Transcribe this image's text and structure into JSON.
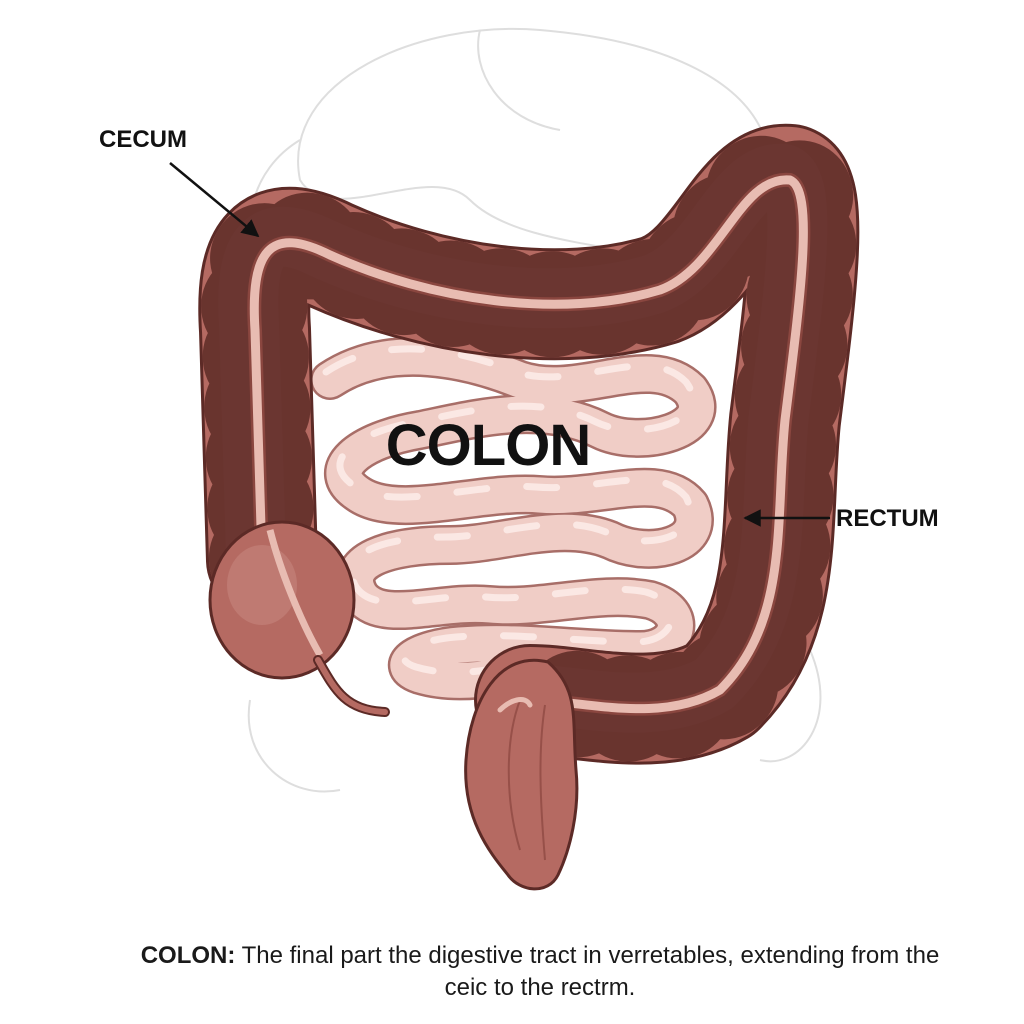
{
  "labels": {
    "cecum": "CECUM",
    "rectum": "RECTUM",
    "colon": "COLON"
  },
  "caption": {
    "term": "COLON:",
    "line1": "The final part the digestive tract in verretables, extending from the",
    "line2": "ceic to the rectrm."
  },
  "colors": {
    "colon_fill": "#b56a62",
    "colon_highlight": "#c98a82",
    "colon_outline": "#5c2a26",
    "band": "#e8bcb2",
    "small_intestine": "#f0cdc6",
    "small_intestine_outline": "#a86e68",
    "background_organs": "#e2e2e2"
  }
}
